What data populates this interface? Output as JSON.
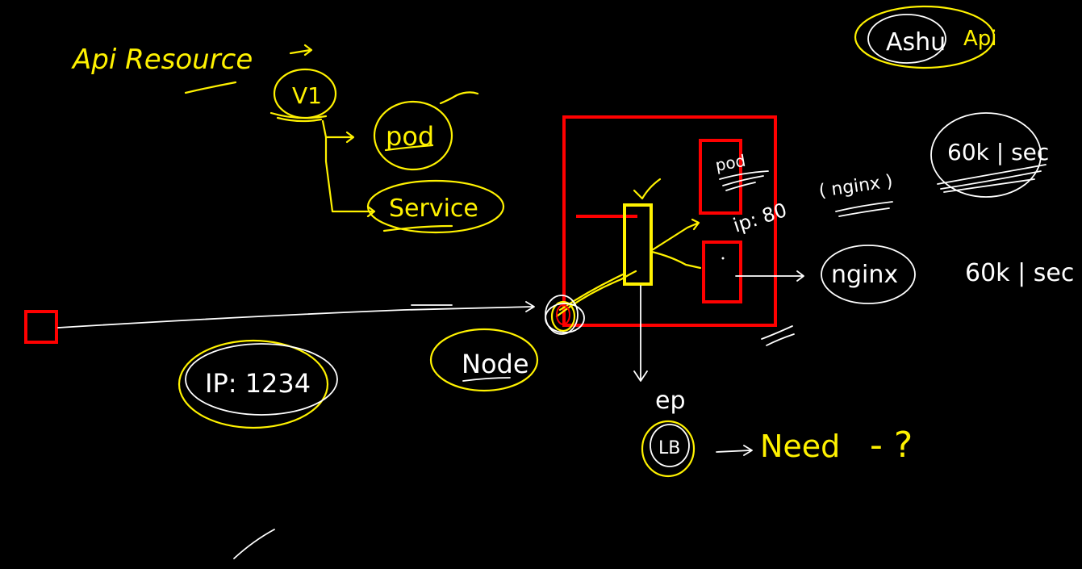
{
  "colors": {
    "background": "#000000",
    "yellow": "#FFF200",
    "white": "#FFFFFF",
    "red": "#FF0000"
  },
  "labels": {
    "api_resource": "Api Resource",
    "v1": "V1",
    "pod_top": "pod",
    "service": "Service",
    "ashu": "Ashu",
    "api": "Api",
    "rate_1": "60k | sec",
    "pod_inside": "pod",
    "port_80": "ip: 80",
    "nginx_paren": "( nginx )",
    "nginx": "nginx",
    "rate_2": "60k | sec",
    "node": "Node",
    "ip_1234": "IP: 1234",
    "ep": "ep",
    "lb": "LB",
    "need": "Need",
    "question": "- ?"
  }
}
